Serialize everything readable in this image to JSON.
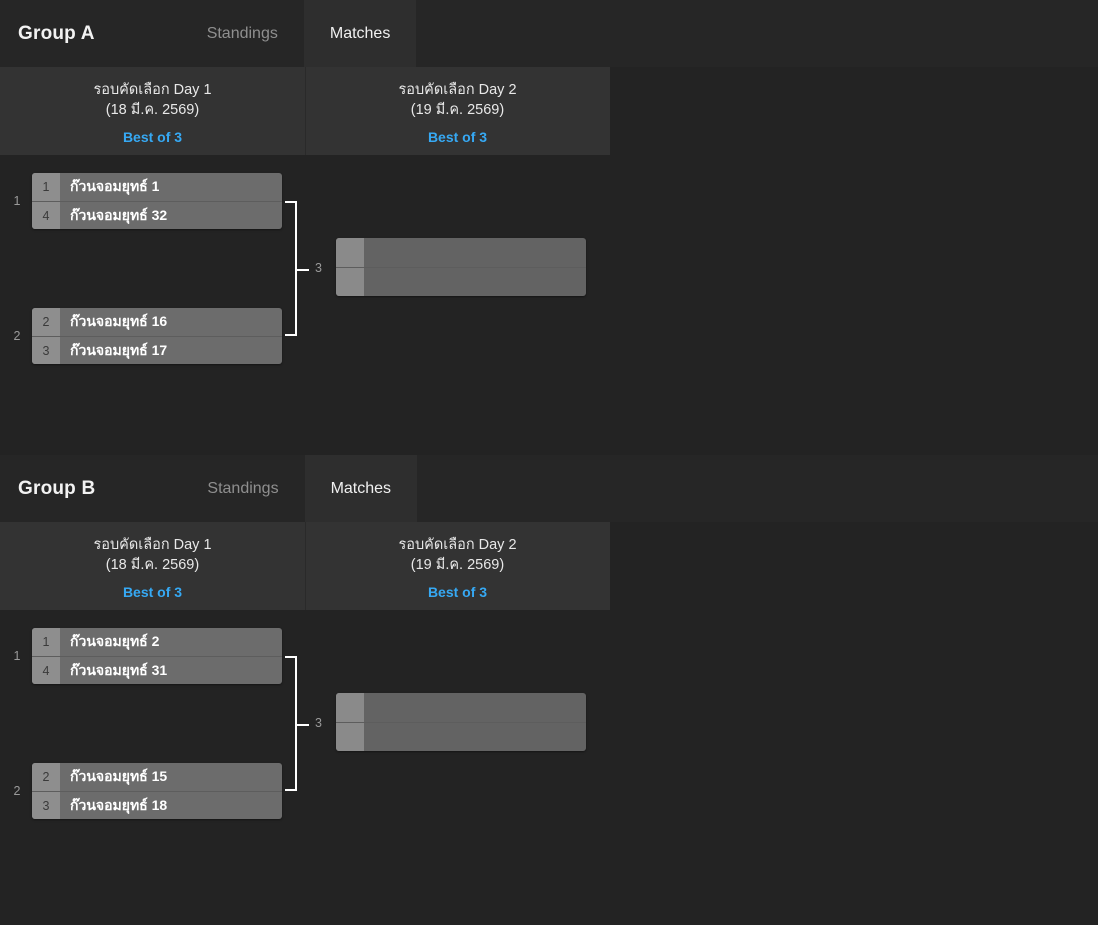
{
  "page": {
    "background": "#232323",
    "accent_blue": "#36a9f4"
  },
  "groups": [
    {
      "id": "group-a",
      "title": "Group A",
      "tabs": [
        {
          "label": "Standings",
          "active": false
        },
        {
          "label": "Matches",
          "active": true
        }
      ],
      "rounds": [
        {
          "name": "รอบคัดเลือก Day 1",
          "date": "(18 มี.ค. 2569)",
          "format": "Best of 3"
        },
        {
          "name": "รอบคัดเลือก Day 2",
          "date": "(19 มี.ค. 2569)",
          "format": "Best of 3"
        }
      ],
      "matches": [
        {
          "index": "1",
          "round": 1,
          "teams": [
            {
              "seed": "1",
              "name": "ก๊วนจอมยุทธ์ 1"
            },
            {
              "seed": "4",
              "name": "ก๊วนจอมยุทธ์ 32"
            }
          ]
        },
        {
          "index": "2",
          "round": 1,
          "teams": [
            {
              "seed": "2",
              "name": "ก๊วนจอมยุทธ์ 16"
            },
            {
              "seed": "3",
              "name": "ก๊วนจอมยุทธ์ 17"
            }
          ]
        },
        {
          "index": "3",
          "round": 2,
          "empty": true,
          "teams": [
            {
              "seed": "",
              "name": ""
            },
            {
              "seed": "",
              "name": ""
            }
          ]
        }
      ]
    },
    {
      "id": "group-b",
      "title": "Group B",
      "tabs": [
        {
          "label": "Standings",
          "active": false
        },
        {
          "label": "Matches",
          "active": true
        }
      ],
      "rounds": [
        {
          "name": "รอบคัดเลือก Day 1",
          "date": "(18 มี.ค. 2569)",
          "format": "Best of 3"
        },
        {
          "name": "รอบคัดเลือก Day 2",
          "date": "(19 มี.ค. 2569)",
          "format": "Best of 3"
        }
      ],
      "matches": [
        {
          "index": "1",
          "round": 1,
          "teams": [
            {
              "seed": "1",
              "name": "ก๊วนจอมยุทธ์ 2"
            },
            {
              "seed": "4",
              "name": "ก๊วนจอมยุทธ์ 31"
            }
          ]
        },
        {
          "index": "2",
          "round": 1,
          "teams": [
            {
              "seed": "2",
              "name": "ก๊วนจอมยุทธ์ 15"
            },
            {
              "seed": "3",
              "name": "ก๊วนจอมยุทธ์ 18"
            }
          ]
        },
        {
          "index": "3",
          "round": 2,
          "empty": true,
          "teams": [
            {
              "seed": "",
              "name": ""
            },
            {
              "seed": "",
              "name": ""
            }
          ]
        }
      ]
    }
  ]
}
